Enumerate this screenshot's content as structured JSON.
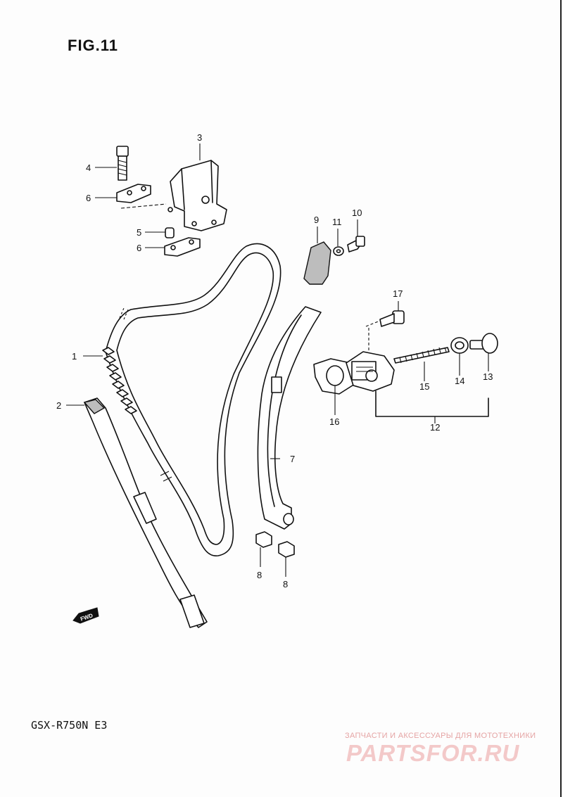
{
  "figure_title": "FIG.11",
  "model": "GSX-R750N E3",
  "direction_arrow_label": "FWD",
  "watermark": {
    "caption": "ЗАПЧАСТИ И АКСЕССУАРЫ ДЛЯ МОТОТЕХНИКИ",
    "logo_text": "PARTSFOR.RU"
  },
  "callouts": [
    "1",
    "2",
    "3",
    "4",
    "5",
    "6",
    "6",
    "7",
    "8",
    "8",
    "9",
    "10",
    "11",
    "12",
    "13",
    "14",
    "15",
    "16",
    "17"
  ]
}
